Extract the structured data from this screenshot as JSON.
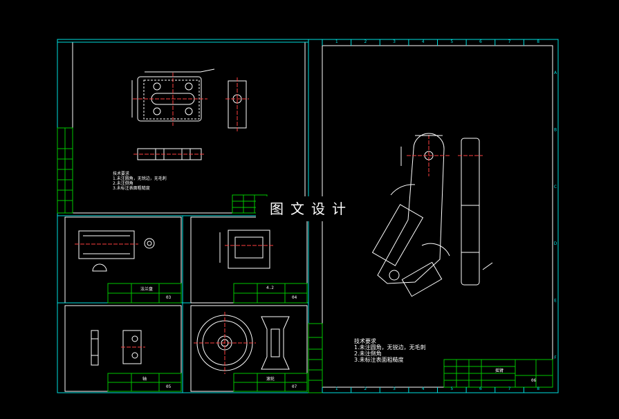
{
  "watermark": "图文设计",
  "colors": {
    "frame": "#00e0e0",
    "drawing": "#ffffff",
    "titleblock": "#00c800",
    "dim": "#ff4040",
    "accent_yellow": "#e0e000",
    "background": "#000000"
  },
  "main_sheet": {
    "column_numbers": [
      "1",
      "2",
      "3",
      "4",
      "5",
      "6",
      "7",
      "8"
    ],
    "row_letters": [
      "A",
      "B",
      "C",
      "D",
      "E",
      "F"
    ],
    "tech_notes": {
      "heading": "技术要求",
      "lines": [
        "1.未注圆角，无锐边，无毛刺",
        "2.未注倒角",
        "3.未标注表面粗糙度"
      ]
    },
    "titleblock": {
      "name": "摇臂",
      "code": "06"
    }
  },
  "sheets": {
    "top": {
      "tech_notes": {
        "heading": "技术要求",
        "lines": [
          "1.未注圆角，无锐边，无毛刺",
          "2.未注倒角",
          "3.未标注表面粗糙度"
        ]
      }
    },
    "mid_left": {
      "titleblock": {
        "name": "法兰盘",
        "code": "03"
      }
    },
    "mid_right": {
      "titleblock": {
        "name": "4.2",
        "code": "04"
      }
    },
    "bottom_left": {
      "titleblock": {
        "name": "轴",
        "code": "05"
      }
    },
    "bottom_right": {
      "titleblock": {
        "name": "滚轮",
        "code": "07"
      }
    }
  }
}
